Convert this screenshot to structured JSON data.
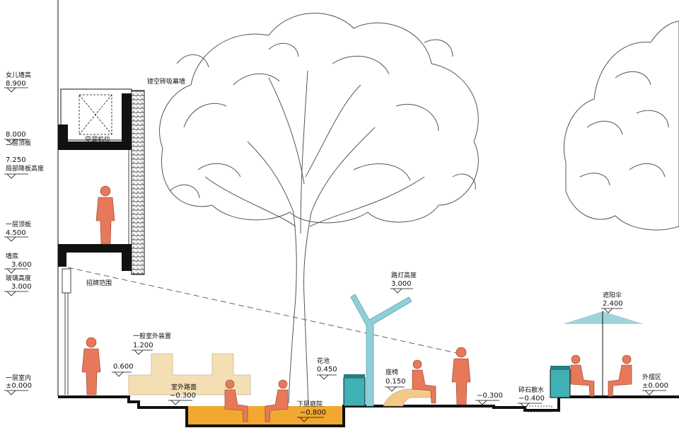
{
  "levels": {
    "parapet": {
      "label": "女儿墙高",
      "value": "8.900"
    },
    "floor2_slab": {
      "label": "二层顶板",
      "value": "8.000"
    },
    "partial_slab": {
      "label": "局部降板高度",
      "value": "7.250"
    },
    "floor1_slab": {
      "label": "一层顶板",
      "value": "4.500"
    },
    "wall_base": {
      "label": "墙底",
      "value": "3.600"
    },
    "glass": {
      "label": "玻璃高度",
      "value": "3.000"
    },
    "indoor": {
      "label": "一层室内",
      "value": "±0.000"
    }
  },
  "annotations": {
    "screen_wall": "镂空砖吸幕墙",
    "ac_unit": "空调机位",
    "sign_range": "招牌范围",
    "outdoor_seating": {
      "label": "一般室外装置",
      "value": "1.200"
    },
    "step_600": {
      "value": "0.600"
    },
    "outdoor_road": {
      "label": "室外路面",
      "value": "−0.300"
    },
    "sunken_court": {
      "label": "下层庭院",
      "value": "−0.800"
    },
    "planter": {
      "label": "花池",
      "value": "0.450"
    },
    "street_lamp": {
      "label": "路灯高度",
      "value": "3.000"
    },
    "bench": {
      "label": "座椅",
      "value": "0.150"
    },
    "road_level": {
      "value": "−0.300"
    },
    "gravel": {
      "label": "碎石散水",
      "value": "−0.400"
    },
    "umbrella": {
      "label": "遮阳伞",
      "value": "2.400"
    },
    "outdoor_zone": {
      "label": "外摆区",
      "value": "±0.000"
    }
  },
  "colors": {
    "figure": "#e8785a",
    "seating": "#f4dfb4",
    "court": "#f0a830",
    "lamp": "#8fd0d8",
    "planter": "#3fb0b4",
    "umbrella": "#9fd3d9",
    "bench": "#f2c98a",
    "line": "#111111",
    "tree": "#555555"
  }
}
